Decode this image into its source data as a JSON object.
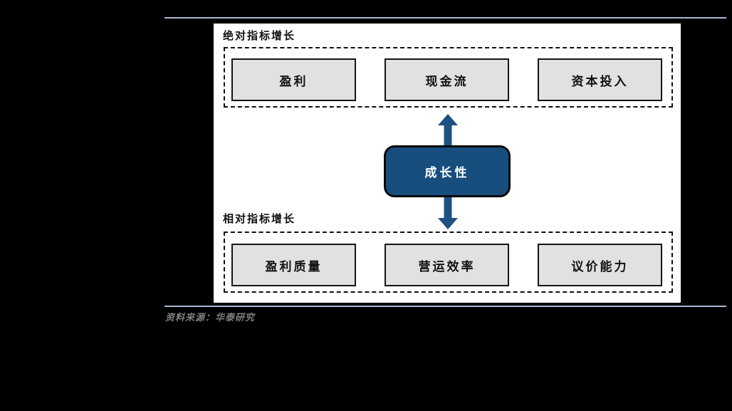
{
  "diagram": {
    "top_group": {
      "label": "绝对指标增长",
      "boxes": [
        {
          "label": "盈利"
        },
        {
          "label": "现金流"
        },
        {
          "label": "资本投入"
        }
      ]
    },
    "center_node": {
      "label": "成长性"
    },
    "bottom_group": {
      "label": "相对指标增长",
      "boxes": [
        {
          "label": "盈利质量"
        },
        {
          "label": "营运效率"
        },
        {
          "label": "议价能力"
        }
      ]
    }
  },
  "footer": {
    "source": "资料来源：华泰研究"
  },
  "colors": {
    "background": "#000000",
    "panel": "#FFFFFF",
    "rule_blue_gray": "#A8BAD2",
    "node_gray_fill": "#E1E1E1",
    "node_border": "#141414",
    "center_blue_fill": "#174E7E",
    "arrow_blue": "#1D5182",
    "source_text_gray": "#7F7F7F"
  }
}
